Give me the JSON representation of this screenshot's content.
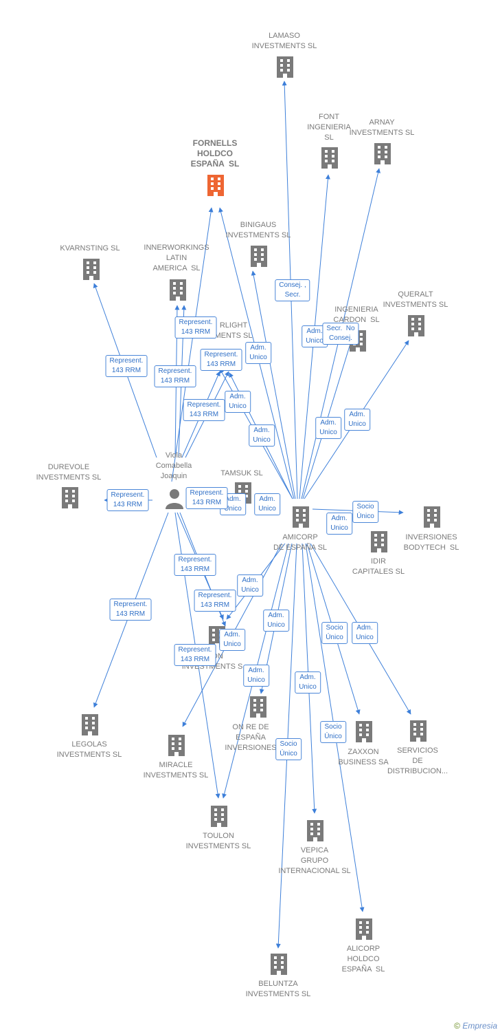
{
  "colors": {
    "node": "#7a7a7a",
    "focus": "#ee6633",
    "edge": "#3d7fd9",
    "label_border": "#4a86d8",
    "label_text": "#2f6fc6"
  },
  "nodes": {
    "lamaso": "LAMASO\nINVESTMENTS SL",
    "font": "FONT\nINGENIERIA\nSL",
    "arnay": "ARNAY\nINVESTMENTS SL",
    "fornells": "FORNELLS\nHOLDCO\nESPAÑA  SL",
    "binigaus": "BINIGAUS\nINVESTMENTS SL",
    "kvarnsting": "KVARNSTING SL",
    "innerworkings": "INNERWORKINGS\nLATIN\nAMERICA  SL",
    "queralt": "QUERALT\nINVESTMENTS SL",
    "ingenieria_cardon": "INGENIERIA\nCARDON  SL",
    "rlight": "RLIGHT\nMENTS SL",
    "durevole": "DUREVOLE\nINVESTMENTS SL",
    "person": "Viola\nComabella\nJoaquin",
    "tamsuk": "TAMSUK SL",
    "amicorp": "AMICORP\nDE ESPAÑA SL",
    "inversiones_bodytech": "INVERSIONES\nBODYTECH  SL",
    "idir": "IDIR\nCAPITALES SL",
    "gton": "GTON\nINVESTMENTS S",
    "legolas": "LEGOLAS\nINVESTMENTS SL",
    "miracle": "MIRACLE\nINVESTMENTS SL",
    "onre": "ON RE DE\nESPAÑA\nINVERSIONES",
    "zaxxon": "ZAXXON\nBUSINESS SA",
    "servicios": "SERVICIOS\nDE\nDISTRIBUCION...",
    "toulon": "TOULON\nINVESTMENTS SL",
    "vepica": "VEPICA\nGRUPO\nINTERNACIONAL SL",
    "alicorp": "ALICORP\nHOLDCO\nESPAÑA  SL",
    "beluntza": "BELUNTZA\nINVESTMENTS SL"
  },
  "edge_labels": {
    "consej_secr": "Consej. ,\nSecr.",
    "adm_1": "Adm.\nUnico",
    "secr_no_consej": "Secr.  No\nConsej.",
    "represent_1": "Represent.\n143 RRM",
    "represent_2": "Represent.\n143 RRM",
    "adm_2": "Adm.\nUnico",
    "represent_3": "Represent.\n143 RRM",
    "represent_4": "Represent.\n143 RRM",
    "adm_3": "Adm.\nUnico",
    "represent_5": "Represent.\n143 RRM",
    "adm_4": "Adm.\nUnico",
    "adm_5": "Adm.\nUnico",
    "adm_6": "Adm.\nUnico",
    "adm_7": "Adm.\nUnico",
    "represent_6": "Represent.\n143 RRM",
    "represent_7": "Represent.\n143 RRM",
    "adm_8": "Adm.\nUnico",
    "adm_9": "Adm.\nUnico",
    "socio_1": "Socio\nÚnico",
    "represent_8": "Represent.\n143 RRM",
    "adm_10": "Adm.\nUnico",
    "represent_9": "Represent.\n143 RRM",
    "represent_10": "Represent.\n143 RRM",
    "adm_11": "Adm.\nUnico",
    "adm_12": "Adm.\nUnico",
    "socio_2": "Socio\nÚnico",
    "adm_13": "Adm.\nUnico",
    "represent_11": "Represent.\n143 RRM",
    "adm_14": "Adm.\nUnico",
    "adm_15": "Adm.\nUnico",
    "socio_3": "Socio\nÚnico",
    "socio_4": "Socio\nÚnico"
  },
  "footer": {
    "copyright": "©",
    "brand": "Empresia"
  }
}
